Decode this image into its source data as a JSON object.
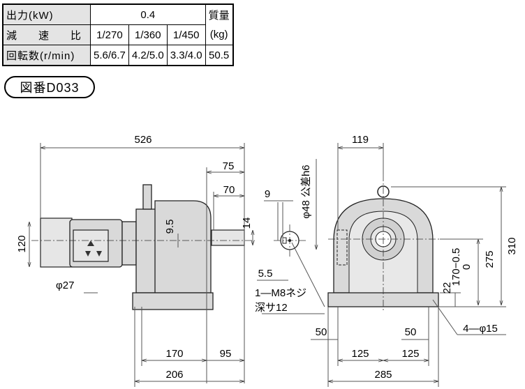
{
  "spec_table": {
    "row1": {
      "label": "出力(kW)",
      "output": "0.4",
      "mass_label": "質量"
    },
    "row2": {
      "label_chars": [
        "減",
        "速",
        "比"
      ],
      "ratios": [
        "1/270",
        "1/360",
        "1/450"
      ],
      "mass_unit": "(kg)"
    },
    "row3": {
      "label": "回転数(r/min)",
      "speeds": [
        "5.6/6.7",
        "4.2/5.0",
        "3.3/4.0"
      ],
      "mass": "50.5"
    }
  },
  "drawing_number": "図番D033",
  "dimensions": {
    "overall_length": "526",
    "d75": "75",
    "d70": "70",
    "d9_5": "9.5",
    "d14": "14",
    "d120": "120",
    "phi27": "φ27",
    "d170": "170",
    "d95": "95",
    "d206": "206",
    "d9": "9",
    "phi48": "φ48 公差h6",
    "d5_5": "5.5",
    "tap_line1": "1―M8ネジ",
    "tap_line2": "深サ12",
    "d119": "119",
    "d310": "310",
    "d275": "275",
    "tol_upper": "0",
    "tol_lower": "170−0.5",
    "d22": "22",
    "d50_left": "50",
    "d50_right": "50",
    "holes": "4―φ15",
    "d125_left": "125",
    "d125_right": "125",
    "d285": "285"
  }
}
